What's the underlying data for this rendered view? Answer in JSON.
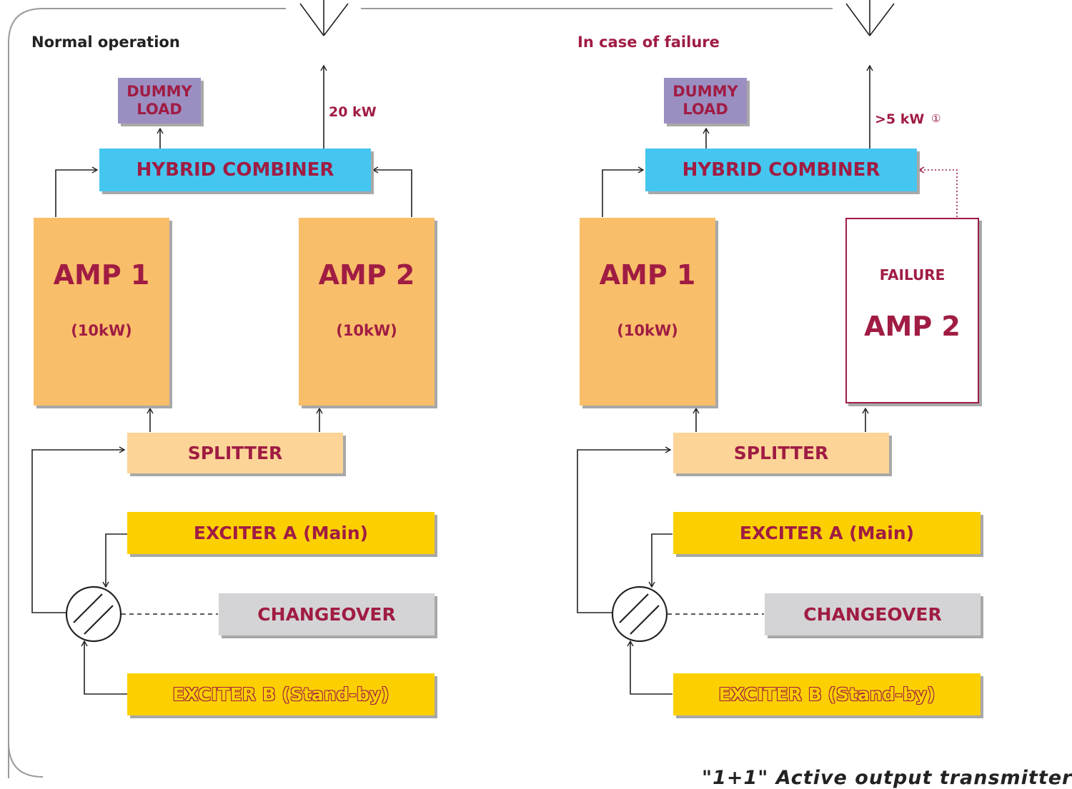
{
  "left_panel": {
    "title": "Normal operation",
    "dummy_load": "DUMMY\nLOAD",
    "output_power": "20 kW",
    "hybrid_combiner": "HYBRID COMBINER",
    "amp1": {
      "name": "AMP 1",
      "power": "(10kW)"
    },
    "amp2": {
      "name": "AMP 2",
      "power": "(10kW)"
    },
    "splitter": "SPLITTER",
    "exciter_a": "EXCITER A (Main)",
    "changeover": "CHANGEOVER",
    "exciter_b": "EXCITER B (Stand-by)"
  },
  "right_panel": {
    "title": "In case of failure",
    "dummy_load": "DUMMY\nLOAD",
    "output_power": ">5 kW",
    "note_marker": "①",
    "hybrid_combiner": "HYBRID COMBINER",
    "amp1": {
      "name": "AMP 1",
      "power": "(10kW)"
    },
    "amp2": {
      "status": "FAILURE",
      "name": "AMP 2"
    },
    "splitter": "SPLITTER",
    "exciter_a": "EXCITER A (Main)",
    "changeover": "CHANGEOVER",
    "exciter_b": "EXCITER B (Stand-by)"
  },
  "caption": "\"1+1\" Active output transmitter",
  "colors": {
    "accent_text": "#a01c43",
    "dummy_load": "#9b8fc2",
    "hybrid_combiner": "#45c6f0",
    "amplifier": "#f9be69",
    "splitter": "#fcd497",
    "exciter": "#fcd000",
    "changeover": "#d4d4d6",
    "frame": "#9a9a9a"
  }
}
